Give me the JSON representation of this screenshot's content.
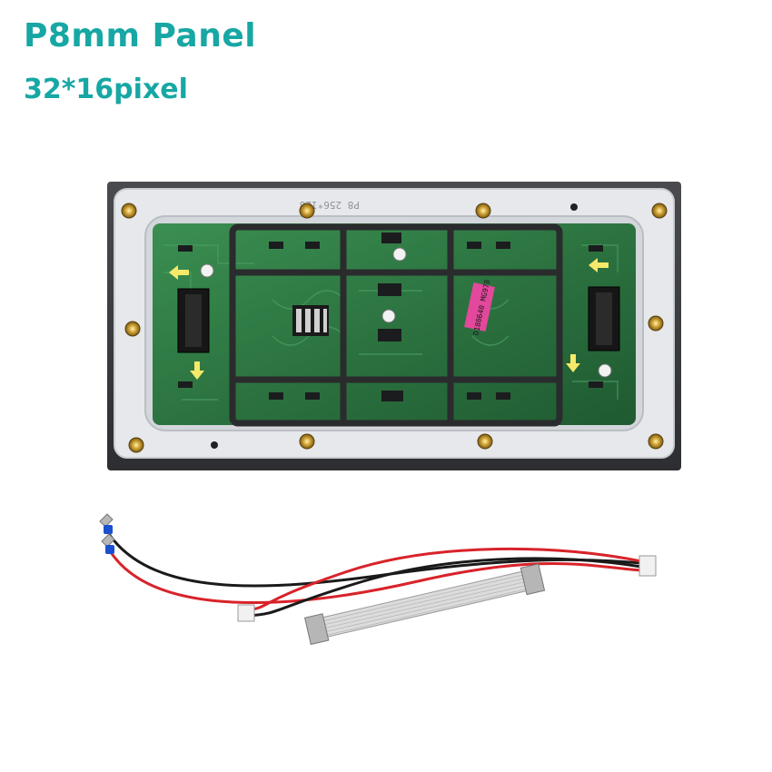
{
  "heading": {
    "title": "P8mm Panel",
    "subtitle": "32*16pixel"
  },
  "colors": {
    "heading_text": "#17a7a4",
    "housing": "#3a3b3e",
    "gasket": "#e4e6e9",
    "pcb": "#2f7a45",
    "wire_red": "#d8232a",
    "wire_black": "#1a1a1a",
    "ribbon": "#d9d9d9"
  },
  "panel": {
    "silkscreen_label": "P8 256*128",
    "module_sticker": "D180640 MG978"
  }
}
